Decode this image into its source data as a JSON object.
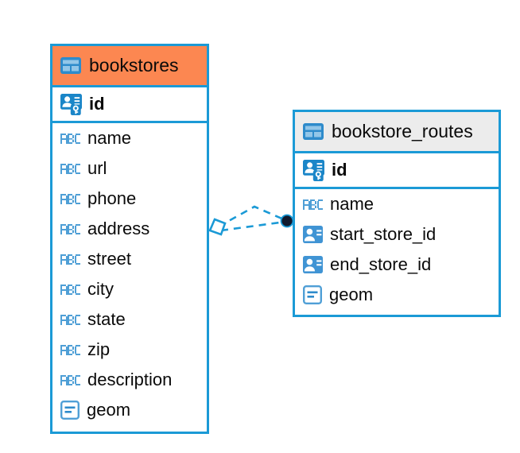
{
  "diagram": {
    "type": "entity-relationship-diagram",
    "background_color": "#FFFFFF",
    "accent_color": "#1B9AD6",
    "highlight_color": "#FC8751",
    "entities": [
      {
        "name": "bookstores",
        "header_icon": "table-icon",
        "header_color": "#FC8751",
        "fields": [
          {
            "name": "id",
            "icon": "primary-key-icon",
            "type": "pk"
          },
          {
            "name": "name",
            "icon": "abc-text-icon",
            "type": "text"
          },
          {
            "name": "url",
            "icon": "abc-text-icon",
            "type": "text"
          },
          {
            "name": "phone",
            "icon": "abc-text-icon",
            "type": "text"
          },
          {
            "name": "address",
            "icon": "abc-text-icon",
            "type": "text"
          },
          {
            "name": "street",
            "icon": "abc-text-icon",
            "type": "text"
          },
          {
            "name": "city",
            "icon": "abc-text-icon",
            "type": "text"
          },
          {
            "name": "state",
            "icon": "abc-text-icon",
            "type": "text"
          },
          {
            "name": "zip",
            "icon": "abc-text-icon",
            "type": "text"
          },
          {
            "name": "description",
            "icon": "abc-text-icon",
            "type": "text"
          },
          {
            "name": "geom",
            "icon": "geometry-icon",
            "type": "geometry"
          }
        ]
      },
      {
        "name": "bookstore_routes",
        "header_icon": "table-icon",
        "header_color": "#ECECEC",
        "fields": [
          {
            "name": "id",
            "icon": "primary-key-icon",
            "type": "pk"
          },
          {
            "name": "name",
            "icon": "abc-text-icon",
            "type": "text"
          },
          {
            "name": "start_store_id",
            "icon": "foreign-key-icon",
            "type": "fk"
          },
          {
            "name": "end_store_id",
            "icon": "foreign-key-icon",
            "type": "fk"
          },
          {
            "name": "geom",
            "icon": "geometry-icon",
            "type": "geometry"
          }
        ]
      }
    ],
    "relationship": {
      "from_entity": "bookstores",
      "to_entity": "bookstore_routes",
      "line_style": "dashed",
      "line_color": "#1B9AD6",
      "source_marker": "diamond-marker",
      "target_marker": "filled-circle-marker"
    }
  }
}
